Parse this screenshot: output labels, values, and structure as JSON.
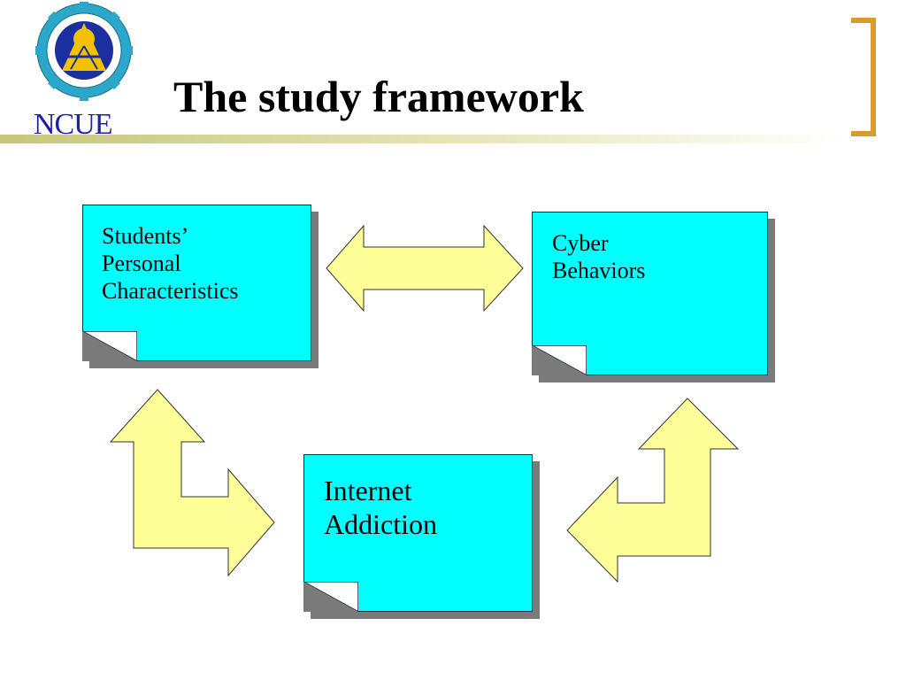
{
  "header": {
    "title": "The study framework",
    "logo_text": "NCUE",
    "logo_icon": "university-seal-icon",
    "accent_color": "#d2a02a"
  },
  "diagram": {
    "nodes": [
      {
        "id": "students-personal-characteristics",
        "lines": [
          "Students’",
          "Personal",
          "Characteristics"
        ]
      },
      {
        "id": "cyber-behaviors",
        "lines": [
          "Cyber",
          "Behaviors"
        ]
      },
      {
        "id": "internet-addiction",
        "lines": [
          "Internet",
          "Addiction"
        ]
      }
    ],
    "edges": [
      {
        "from": "students-personal-characteristics",
        "to": "cyber-behaviors",
        "direction": "both"
      },
      {
        "from": "internet-addiction",
        "to": "students-personal-characteristics",
        "direction": "both"
      },
      {
        "from": "internet-addiction",
        "to": "cyber-behaviors",
        "direction": "both"
      }
    ],
    "node_fill": "#00ffff",
    "arrow_fill": "#ffff99"
  }
}
